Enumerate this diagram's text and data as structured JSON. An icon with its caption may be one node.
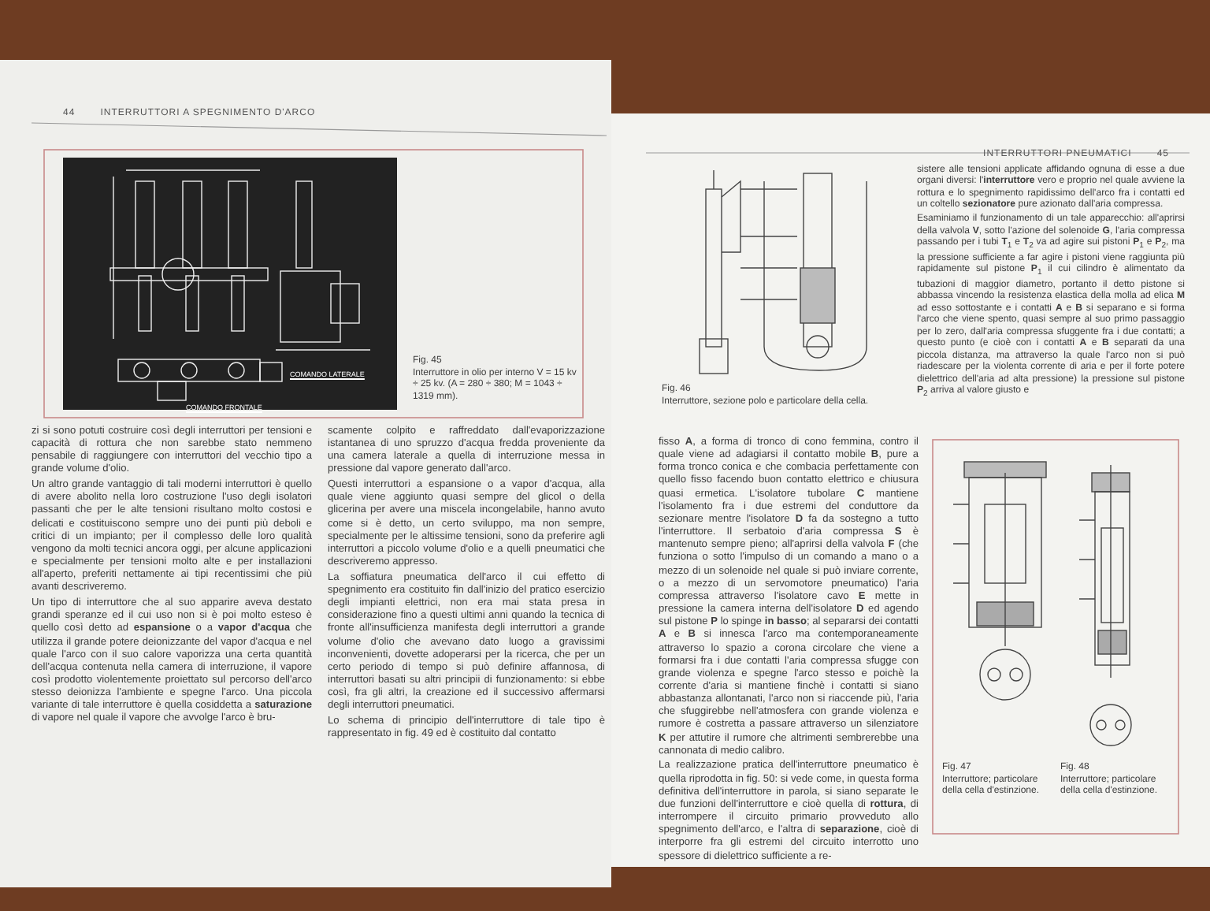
{
  "diagram": {
    "labels": [
      "44",
      "INTERRUTTORI A SPEGNIMENTO D'ARCO",
      "COMANDO LATERALE",
      "COMANDO FRONTALE",
      "Fig. 45",
      "Interruttore in olio per interno V = 15 kv ÷ 25 kv. (A = 280 ÷ 380; M = 1043 ÷ 1319 mm).",
      "zi si sono potuti costruire così degli interruttori per tensioni e capacità di rottura che non sarebbe stato nemmeno pensabile di raggiungere con interruttori del vecchio tipo a grande volume d'olio.",
      "Un altro grande vantaggio di tali moderni interruttori è quello di avere abolito nella loro costruzione l'uso degli isolatori passanti che per le alte tensioni risultano molto costosi e delicati e costituiscono sempre uno dei punti più deboli e critici di un impianto; per il complesso delle loro qualità vengono da molti tecnici ancora oggi, per alcune applicazioni e specialmente per tensioni molto alte e per installazioni all'aperto, preferiti nettamente ai tipi recentissimi che più avanti descriveremo.",
      "Un tipo di interruttore che al suo apparire aveva destato grandi speranze ed il cui uso non si è poi molto esteso è quello così detto ad **espansione** o a **vapor d'acqua** che utilizza il grande potere deionizzante del vapor d'acqua e nel quale l'arco con il suo calore vaporizza una certa quantità dell'acqua contenuta nella camera di interruzione, il vapore così prodotto violentemente proiettato sul percorso dell'arco stesso deionizza l'ambiente e spegne l'arco. Una piccola variante di tale interruttore è quella cosiddetta a **saturazione** di vapore nel quale il vapore che avvolge l'arco è bru-",
      "scamente colpito e raffreddato dall'evaporizzazione istantanea di uno spruzzo d'acqua fredda proveniente da una camera laterale a quella di interruzione messa in pressione dal vapore generato dall'arco.",
      "Questi interruttori a espansione o a vapor d'acqua, alla quale viene aggiunto quasi sempre del glicol o della glicerina per avere una miscela incongelabile, hanno avuto come si è detto, un certo sviluppo, ma non sempre, specialmente per le altissime tensioni, sono da preferire agli interruttori a piccolo volume d'olio e a quelli pneumatici che descriveremo appresso.",
      "La soffiatura pneumatica dell'arco il cui effetto di spegnimento era costituito fin dall'inizio del pratico esercizio degli impianti elettrici, non era mai stata presa in considerazione fino a questi ultimi anni quando la tecnica di fronte all'insufficienza manifesta degli interruttori a grande volume d'olio che avevano dato luogo a gravissimi inconvenienti, dovette adoperarsi per la ricerca, che per un certo periodo di tempo si può definire affannosa, di interruttori basati su altri principii di funzionamento: si ebbe così, fra gli altri, la creazione ed il successivo affermarsi degli interruttori pneumatici.",
      "Lo schema di principio dell'interruttore di tale tipo è rappresentato in fig. 49 ed è costituito dal contatto",
      "INTERRUTTORI PNEUMATICI",
      "45",
      "Fig. 46",
      "Interruttore, sezione polo e particolare della cella.",
      "sistere alle tensioni applicate affidando ognuna di esse a due organi diversi: l'**interruttore** vero e proprio nel quale avviene la rottura e lo spegnimento rapidissimo dell'arco fra i contatti ed un coltello **sezionatore** pure azionato dall'aria compressa.",
      "Esaminiamo il funzionamento di un tale apparecchio: all'aprirsi della valvola **V**, sotto l'azione del solenoide **G**, l'aria compressa passando per i tubi **T**$_{1}$ e **T**$_{2}$ va ad agire sui pistoni **P**$_{1}$ e **P**$_{2}$, ma la pressione sufficiente a far agire i pistoni viene raggiunta più rapidamente sul pistone **P**$_{1}$ il cui cilindro è alimentato da tubazioni di maggior diametro, portanto il detto pistone si abbassa vincendo la resistenza elastica della molla ad elica **M** ad esso sottostante e i contatti **A** e **B** si separano e si forma l'arco che viene spento, quasi sempre al suo primo passaggio per lo zero, dall'aria compressa sfuggente fra i due contatti; a questo punto (e cioè con i contatti **A** e **B** separati da una piccola distanza, ma attraverso la quale l'arco non si può riadescare per la violenta corrente di aria e per il forte potere dielettrico dell'aria ad alta pressione) la pressione sul pistone **P**$_{2}$ arriva al valore giusto e",
      "fisso **A**, a forma di tronco di cono femmina, contro il quale viene ad adagiarsi il contatto mobile **B**, pure a forma tronco conica e che combacia perfettamente con quello fisso facendo buon contatto elettrico e chiusura quasi ermetica. L'isolatore tubolare **C** mantiene l'isolamento fra i due estremi del conduttore da sezionare mentre l'isolatore **D** fa da sostegno a tutto l'interruttore. Il serbatoio d'aria compressa **S** è mantenuto sempre pieno; all'aprirsi della valvola **F** (che funziona o sotto l'impulso di un comando a mano o a mezzo di un solenoide nel quale si può inviare corrente, o a mezzo di un servomotore pneumatico) l'aria compressa attraverso l'isolatore cavo **E** mette in pressione la camera interna dell'isolatore **D** ed agendo sul pistone **P** lo spinge **in basso**; al separarsi dei contatti **A** e **B** si innesca l'arco ma contemporaneamente attraverso lo spazio a corona circolare che viene a formarsi fra i due contatti l'aria compressa sfugge con grande violenza e spegne l'arco stesso e poichè la corrente d'aria si mantiene finchè i contatti si siano abbastanza allontanati, l'arco non si riaccende più, l'aria che sfuggirebbe nell'atmosfera con grande violenza e rumore è costretta a passare attraverso un silenziatore **K** per attutire il rumore che altrimenti sembrerebbe una cannonata di medio calibro.",
      "La realizzazione pratica dell'interruttore pneumatico è quella riprodotta in fig. 50: si vede come, in questa forma definitiva dell'interruttore in parola, si siano separate le due funzioni dell'interruttore e cioè quella di **rottura**, di interrompere il circuito primario provveduto allo spegnimento dell'arco, e l'altra di **separazione**, cioè di interporre fra gli estremi del circuito interrotto uno spessore di dielettrico sufficiente a re-",
      "Fig. 47",
      "Interruttore; particolare della cella d'estinzione.",
      "Fig. 48",
      "Interruttore; particolare della cella d'estinzione."
    ]
  }
}
